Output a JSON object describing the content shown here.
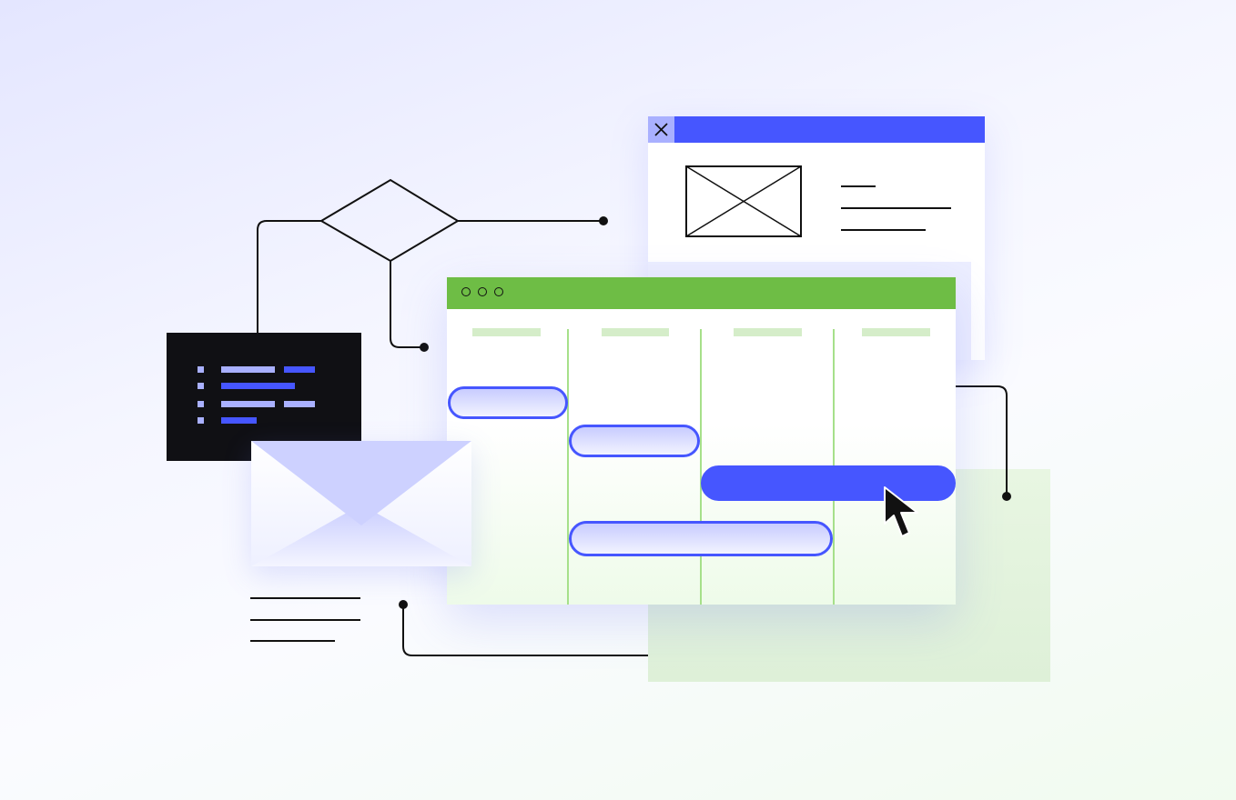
{
  "illustration": {
    "colors": {
      "accent_blue": "#4656ff",
      "light_blue": "#a9b0ff",
      "green": "#6ebd45",
      "light_green": "#d5edc9",
      "dark_panel": "#101014",
      "line": "#111111"
    },
    "icons": [
      "close-icon",
      "image-placeholder-icon",
      "window-dot-icon",
      "mouse-pointer-icon",
      "envelope-icon",
      "decision-diamond-icon"
    ],
    "calendar": {
      "columns": 4,
      "events": [
        {
          "name": "event-1",
          "state": "default"
        },
        {
          "name": "event-2",
          "state": "default"
        },
        {
          "name": "event-3",
          "state": "selected"
        },
        {
          "name": "event-4",
          "state": "default"
        }
      ]
    }
  }
}
